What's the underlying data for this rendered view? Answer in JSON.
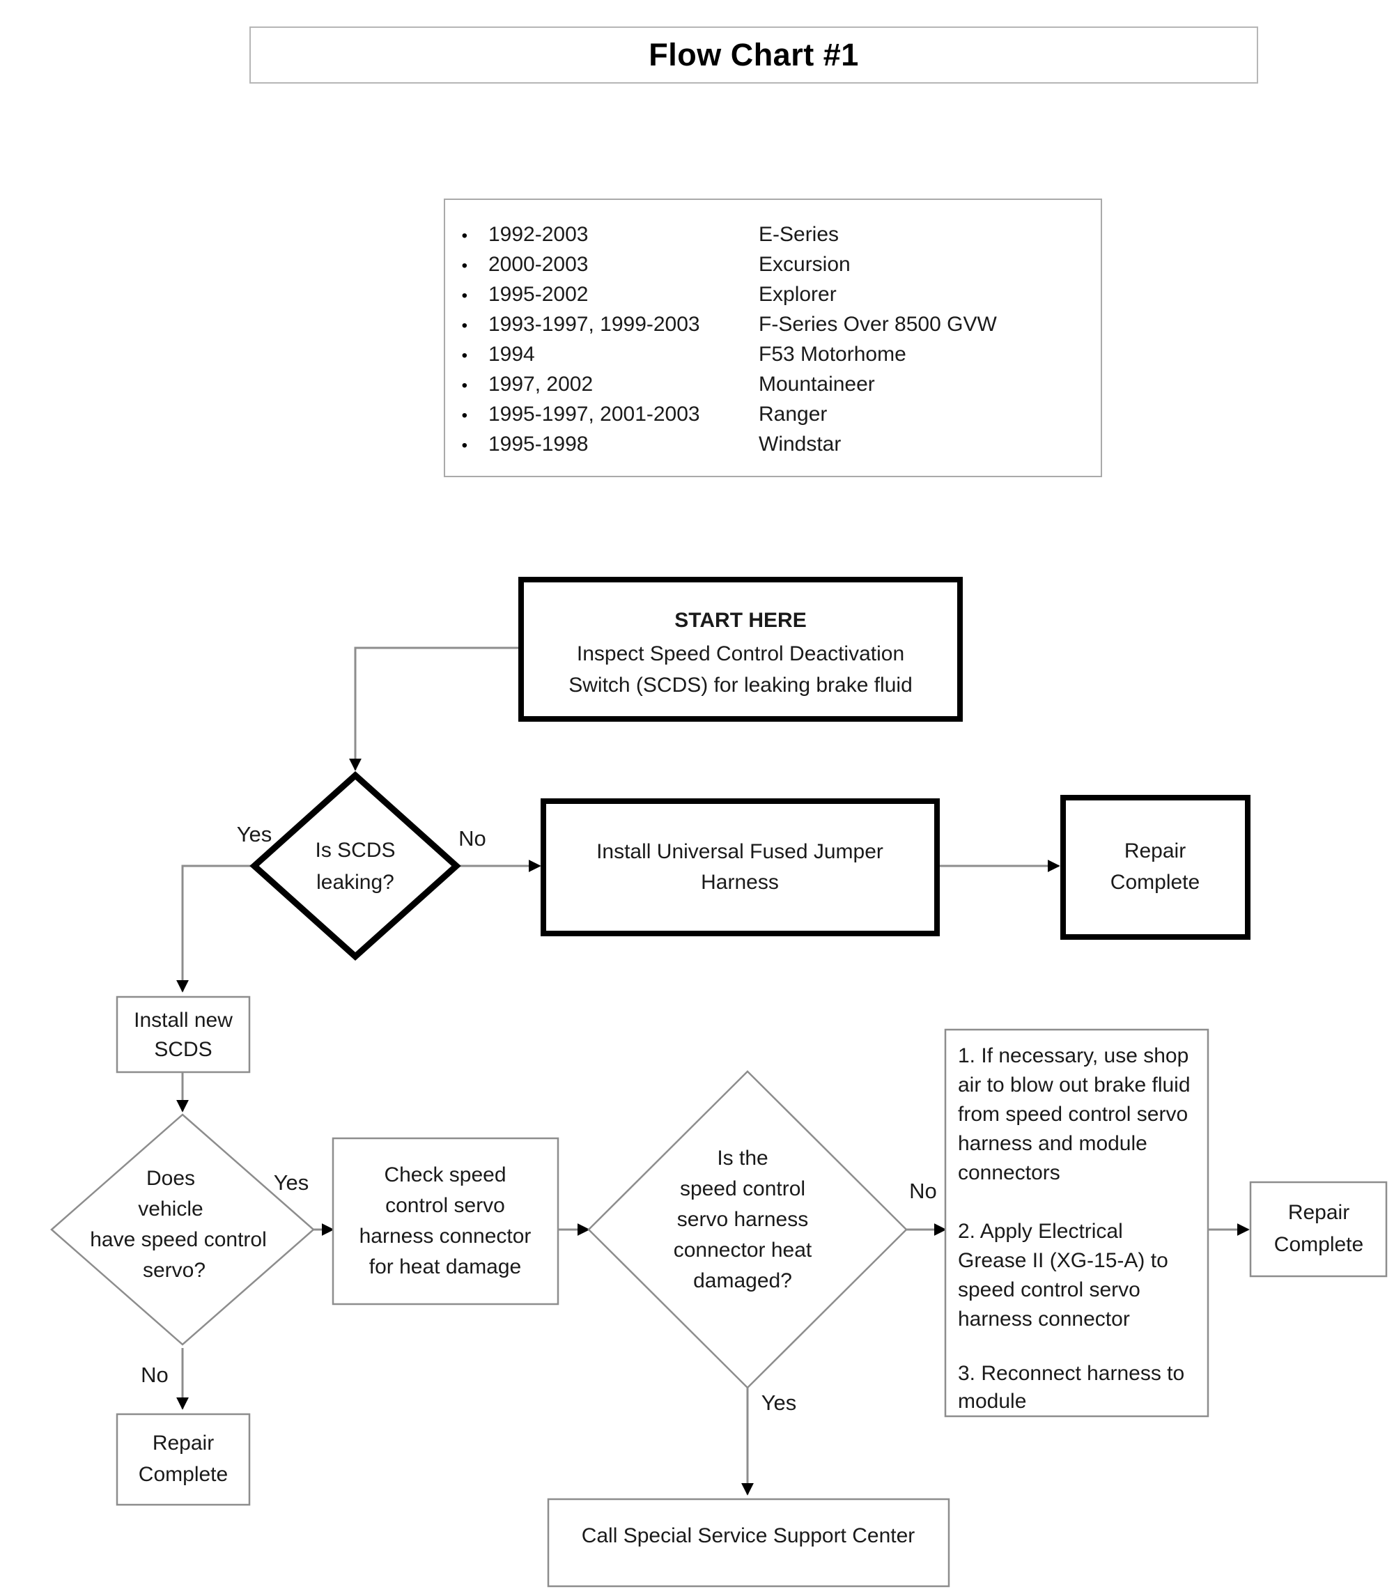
{
  "title": "Flow Chart #1",
  "vehicle_list": {
    "rows": [
      {
        "bullet": "•",
        "years": "1992-2003",
        "model": "E-Series"
      },
      {
        "bullet": "•",
        "years": "2000-2003",
        "model": "Excursion"
      },
      {
        "bullet": "•",
        "years": "1995-2002",
        "model": "Explorer"
      },
      {
        "bullet": "•",
        "years": "1993-1997, 1999-2003",
        "model": "F-Series Over 8500 GVW"
      },
      {
        "bullet": "•",
        "years": "1994",
        "model": "F53 Motorhome"
      },
      {
        "bullet": "•",
        "years": "1997, 2002",
        "model": "Mountaineer"
      },
      {
        "bullet": "•",
        "years": "1995-1997, 2001-2003",
        "model": "Ranger"
      },
      {
        "bullet": "•",
        "years": "1995-1998",
        "model": "Windstar"
      }
    ]
  },
  "flow": {
    "start": {
      "heading": "START HERE",
      "line1": "Inspect Speed Control Deactivation",
      "line2": "Switch (SCDS) for leaking brake fluid"
    },
    "decision_leaking": {
      "line1": "Is SCDS",
      "line2": "leaking?"
    },
    "install_jumper": {
      "line1": "Install Universal Fused Jumper",
      "line2": "Harness"
    },
    "repair_complete_top": {
      "line1": "Repair",
      "line2": "Complete"
    },
    "install_scds": {
      "line1": "Install new",
      "line2": "SCDS"
    },
    "decision_servo": {
      "line1": "Does",
      "line2": "vehicle",
      "line3": "have speed control",
      "line4": "servo?"
    },
    "check_harness": {
      "line1": "Check speed",
      "line2": "control servo",
      "line3": "harness connector",
      "line4": "for heat damage"
    },
    "decision_heat": {
      "line1": "Is the",
      "line2": "speed control",
      "line3": "servo harness",
      "line4": "connector heat",
      "line5": "damaged?"
    },
    "steps_box": {
      "lines": [
        "1. If necessary, use shop",
        "air to blow out brake fluid",
        "from speed control servo",
        "harness and module",
        "connectors",
        "",
        "2.  Apply Electrical",
        "Grease II (XG-15-A) to",
        "speed control servo",
        "harness connector",
        "",
        "3. Reconnect harness to",
        "module"
      ]
    },
    "repair_complete_right": {
      "line1": "Repair",
      "line2": "Complete"
    },
    "repair_complete_bottom": {
      "line1": "Repair",
      "line2": "Complete"
    },
    "call_support": {
      "line1": "Call Special Service Support Center"
    },
    "labels": {
      "leaking_yes": "Yes",
      "leaking_no": "No",
      "servo_yes": "Yes",
      "servo_no": "No",
      "heat_no": "No",
      "heat_yes": "Yes"
    }
  },
  "colors": {
    "stroke_dark": "#000000",
    "stroke_light": "#8d8d8d",
    "background": "#ffffff",
    "text": "#1a1a1a"
  }
}
